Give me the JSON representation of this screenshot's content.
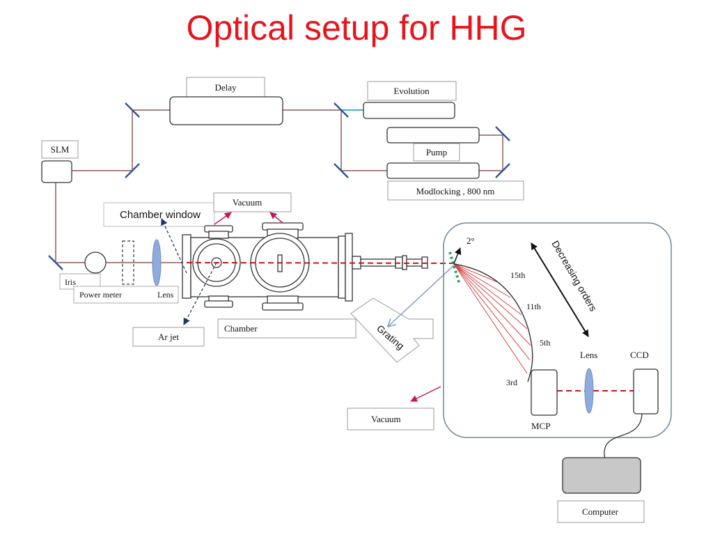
{
  "slide": {
    "title": "Optical setup for HHG"
  },
  "labels": {
    "delay": "Delay",
    "evolution": "Evolution",
    "pump": "Pump",
    "modlocking": "Modlocking , 800 nm",
    "slm": "SLM",
    "vacuum_top": "Vacuum",
    "chamber_window": "Chamber window",
    "iris": "Iris",
    "power_meter": "Power meter",
    "lens_left": "Lens",
    "ar_jet": "Ar jet",
    "chamber": "Chamber",
    "grating": "Grating",
    "vacuum_bottom": "Vacuum",
    "angle": "2°",
    "decreasing_orders": "Decreasing orders",
    "order_15": "15th",
    "order_11": "11th",
    "order_5": "5th",
    "order_3": "3rd",
    "lens_right": "Lens",
    "ccd": "CCD",
    "mcp": "MCP",
    "computer": "Computer"
  },
  "colors": {
    "title": "#e8141b",
    "beam": "#8b5a5a",
    "laser_dashed": "#c0151b",
    "mirror": "#2f5597",
    "lens": "#8faadc",
    "arrow_magenta": "#c2185b",
    "green_dots": "#19a85a",
    "dashed_blue": "#203864",
    "computer_fill": "#c8c8c8",
    "chamber_box": "#6d8796"
  }
}
